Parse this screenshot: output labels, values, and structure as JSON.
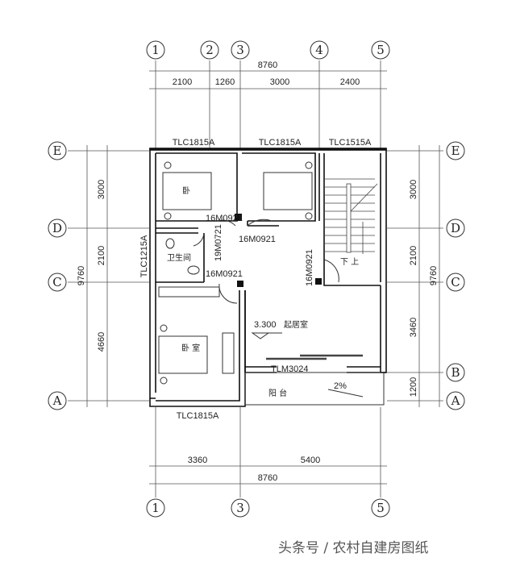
{
  "axes": {
    "vertical": [
      "1",
      "2",
      "3",
      "4",
      "5"
    ],
    "vertical_bottom": [
      "1",
      "3",
      "5"
    ],
    "horizontal": [
      "E",
      "D",
      "C",
      "B",
      "A"
    ]
  },
  "dimensions": {
    "top_total": "8760",
    "top_segments": [
      "2100",
      "1260",
      "3000",
      "2400"
    ],
    "bottom_segments": [
      "3360",
      "5400"
    ],
    "bottom_total": "8760",
    "left_total": "9760",
    "left_segments": [
      "3000",
      "2100",
      "4660"
    ],
    "right_total": "9760",
    "right_segments": [
      "3000",
      "2100",
      "3460",
      "1200"
    ]
  },
  "labels": {
    "window_top_1": "TLC1815A",
    "window_top_2": "TLC1815A",
    "window_top_3": "TLC1515A",
    "window_left": "TLC1215A",
    "window_bottom": "TLC1815A",
    "door_1": "16M0921",
    "door_2": "16M0921",
    "door_3": "19M0721",
    "door_4": "16M0921",
    "door_5": "16M0921",
    "sliding_door": "TLM3024",
    "bathroom": "卫生间",
    "bedroom_1": "卧",
    "bedroom_3": "卧 室",
    "living": "起居室",
    "elevation": "3.300",
    "balcony": "阳 台",
    "slope": "2%",
    "stairs": "下 上"
  },
  "watermark": "头条号 / 农村自建房图纸"
}
